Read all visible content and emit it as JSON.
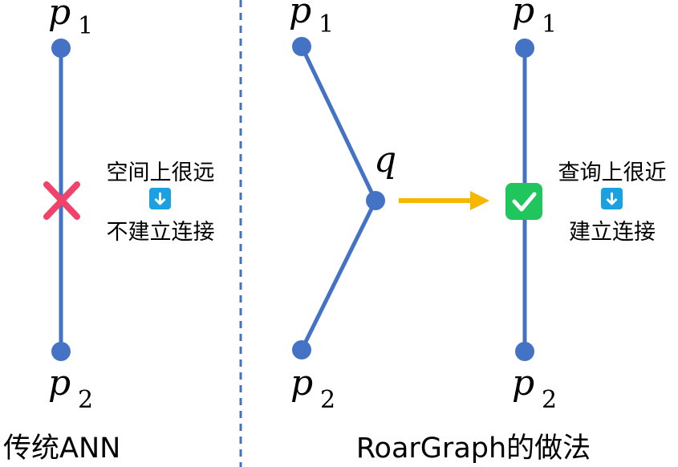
{
  "labels": {
    "p": "p",
    "q": "q",
    "sub1": "1",
    "sub2": "2"
  },
  "left_panel": {
    "caption_top": "空间上很远",
    "caption_bottom": "不建立连接",
    "footer": "传统ANN"
  },
  "right_panel": {
    "caption_top": "查询上很近",
    "caption_bottom": "建立连接",
    "footer": "RoarGraph的做法"
  },
  "colors": {
    "node": "#4472C4",
    "edge": "#4472C4",
    "cross": "#F0426A",
    "check_bg": "#21C55D",
    "arrow": "#F5B800",
    "down_badge": "#1BA1E2",
    "divider": "#4472C4"
  },
  "icons": [
    "cross-icon",
    "down-arrow-icon",
    "right-arrow-icon",
    "check-icon"
  ]
}
